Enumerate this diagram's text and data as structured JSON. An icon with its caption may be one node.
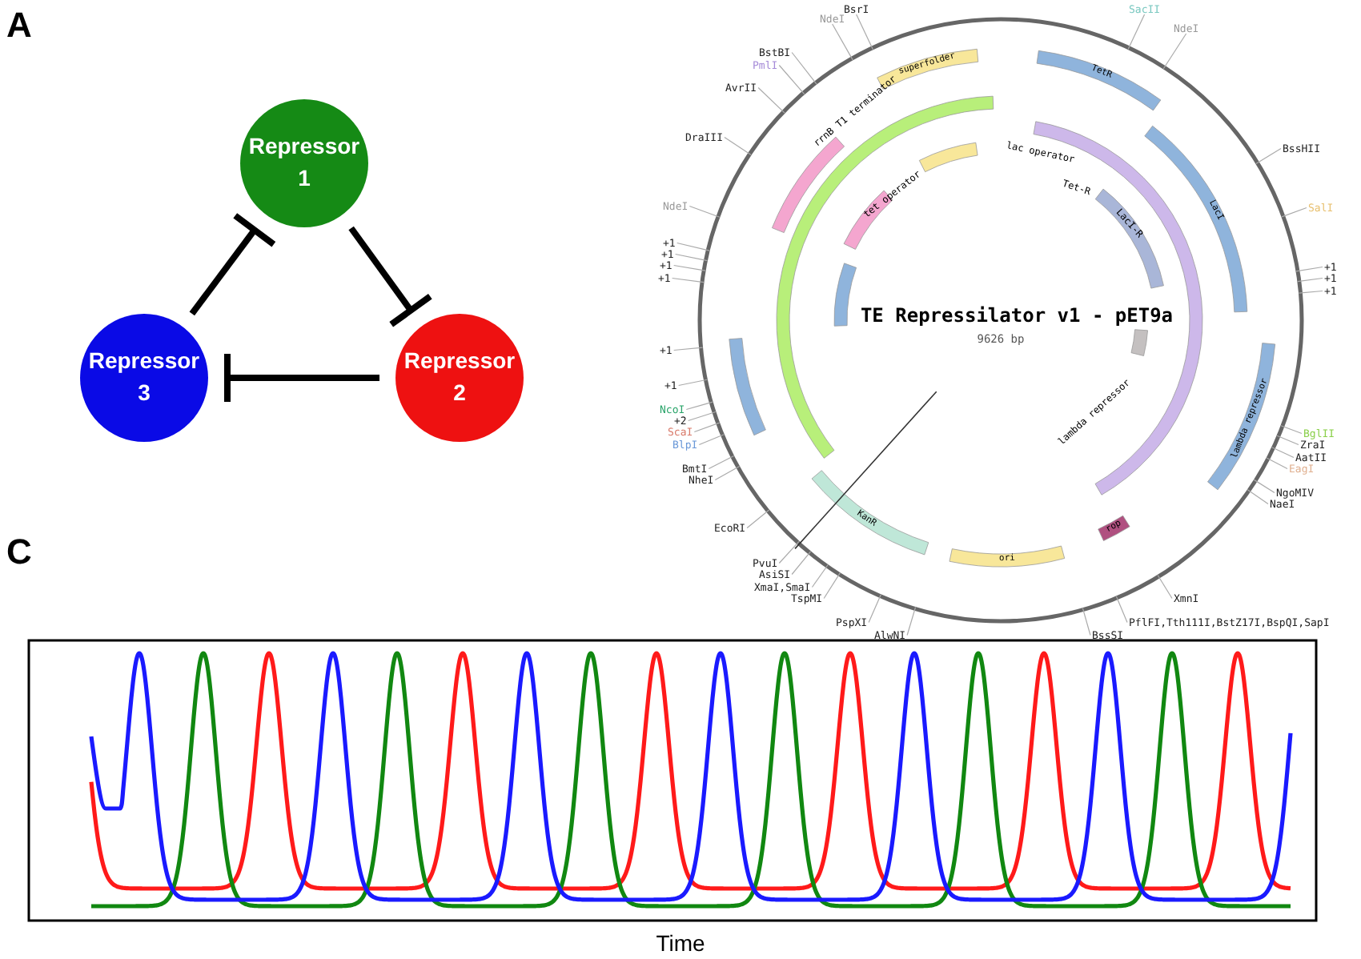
{
  "diagram": {
    "nodes": [
      {
        "text": [
          "Repressor 1"
        ]
      },
      {
        "text": [
          "Repressor 2"
        ]
      },
      {
        "text": [
          "Repressor 3"
        ]
      },
      {
        "text": [
          "BsrI"
        ]
      },
      {
        "text": [
          "NdeI"
        ]
      },
      {
        "text": [
          "BstBI"
        ]
      },
      {
        "text": [
          "PmlI"
        ]
      },
      {
        "text": [
          "AvrII"
        ]
      },
      {
        "text": [
          "DraIII"
        ]
      },
      {
        "text": [
          "NdeI"
        ]
      },
      {
        "text": [
          "+1"
        ]
      },
      {
        "text": [
          "+1"
        ]
      },
      {
        "text": [
          "+1"
        ]
      },
      {
        "text": [
          "+1"
        ]
      },
      {
        "text": [
          "+1"
        ]
      },
      {
        "text": [
          "+1"
        ]
      },
      {
        "text": [
          "NcoI"
        ]
      },
      {
        "text": [
          "+2"
        ]
      },
      {
        "text": [
          "ScaI"
        ]
      },
      {
        "text": [
          "BlpI"
        ]
      },
      {
        "text": [
          "BmtI"
        ]
      },
      {
        "text": [
          "NheI"
        ]
      },
      {
        "text": [
          "EcoRI"
        ]
      },
      {
        "text": [
          "PvuI"
        ]
      },
      {
        "text": [
          "AsiSI"
        ]
      },
      {
        "text": [
          "XmaI,SmaI"
        ]
      },
      {
        "text": [
          "TspMI"
        ]
      },
      {
        "text": [
          "PspXI"
        ]
      },
      {
        "text": [
          "AlwNI"
        ]
      },
      {
        "text": [
          "BssSI"
        ]
      },
      {
        "text": [
          "PflFI,Tth111I,BstZ17I,BspQI,SapI"
        ]
      },
      {
        "text": [
          "XmnI"
        ]
      },
      {
        "text": [
          "NaeI"
        ]
      },
      {
        "text": [
          "NgoMIV"
        ]
      },
      {
        "text": [
          "EagI"
        ]
      },
      {
        "text": [
          "AatII"
        ]
      },
      {
        "text": [
          "ZraI"
        ]
      },
      {
        "text": [
          "BglII"
        ]
      },
      {
        "text": [
          "+1"
        ]
      },
      {
        "text": [
          "+1"
        ]
      },
      {
        "text": [
          "+1"
        ]
      },
      {
        "text": [
          "SalI"
        ]
      },
      {
        "text": [
          "BssHII"
        ]
      },
      {
        "text": [
          "NdeI"
        ]
      },
      {
        "text": [
          "SacII"
        ]
      },
      {
        "text": [],
        "shape": "circle"
      }
    ],
    "edges": [
      {
        "from": 0,
        "to": 1,
        "arrow": "other",
        "style": "thick",
        "color": "#000000"
      },
      {
        "from": 1,
        "to": 2,
        "arrow": "other",
        "style": "thick",
        "color": "#000000"
      },
      {
        "from": 2,
        "to": 0,
        "arrow": "other",
        "style": "thick",
        "color": "#000000"
      },
      {
        "from": 3,
        "to": 45,
        "arrow": "none"
      },
      {
        "from": 4,
        "to": 45,
        "arrow": "none"
      },
      {
        "from": 5,
        "to": 45,
        "arrow": "none"
      },
      {
        "from": 6,
        "to": 45,
        "arrow": "none"
      },
      {
        "from": 7,
        "to": 45,
        "arrow": "none"
      },
      {
        "from": 8,
        "to": 45,
        "arrow": "none"
      },
      {
        "from": 9,
        "to": 45,
        "arrow": "none"
      },
      {
        "from": 10,
        "to": 45,
        "arrow": "none"
      },
      {
        "from": 11,
        "to": 45,
        "arrow": "none"
      },
      {
        "from": 12,
        "to": 45,
        "arrow": "none"
      },
      {
        "from": 13,
        "to": 45,
        "arrow": "none"
      },
      {
        "from": 14,
        "to": 45,
        "arrow": "none"
      },
      {
        "from": 15,
        "to": 45,
        "arrow": "none"
      },
      {
        "from": 16,
        "to": 45,
        "arrow": "none"
      },
      {
        "from": 17,
        "to": 45,
        "arrow": "none"
      },
      {
        "from": 18,
        "to": 45,
        "arrow": "none"
      },
      {
        "from": 19,
        "to": 45,
        "arrow": "none"
      },
      {
        "from": 20,
        "to": 45,
        "arrow": "none"
      },
      {
        "from": 21,
        "to": 45,
        "arrow": "none"
      },
      {
        "from": 22,
        "to": 45,
        "arrow": "none"
      },
      {
        "from": 23,
        "to": 45,
        "arrow": "none"
      },
      {
        "from": 24,
        "to": 45,
        "arrow": "none"
      },
      {
        "from": 25,
        "to": 45,
        "arrow": "none"
      },
      {
        "from": 26,
        "to": 45,
        "arrow": "none"
      },
      {
        "from": 27,
        "to": 45,
        "arrow": "none"
      },
      {
        "from": 28,
        "to": 45,
        "arrow": "none"
      },
      {
        "from": 29,
        "to": 45,
        "arrow": "none"
      },
      {
        "from": 30,
        "to": 45,
        "arrow": "none"
      },
      {
        "from": 31,
        "to": 45,
        "arrow": "none"
      },
      {
        "from": 32,
        "to": 45,
        "arrow": "none"
      },
      {
        "from": 33,
        "to": 45,
        "arrow": "none"
      },
      {
        "from": 34,
        "to": 45,
        "arrow": "none"
      },
      {
        "from": 35,
        "to": 45,
        "arrow": "none"
      },
      {
        "from": 36,
        "to": 45,
        "arrow": "none"
      },
      {
        "from": 37,
        "to": 45,
        "arrow": "none"
      },
      {
        "from": 38,
        "to": 45,
        "arrow": "none"
      },
      {
        "from": 39,
        "to": 45,
        "arrow": "none"
      },
      {
        "from": 40,
        "to": 45,
        "arrow": "none"
      },
      {
        "from": 41,
        "to": 45,
        "arrow": "none"
      },
      {
        "from": 42,
        "to": 45,
        "arrow": "none"
      },
      {
        "from": 43,
        "to": 45,
        "arrow": "none"
      },
      {
        "from": 44,
        "to": 45,
        "arrow": "none"
      }
    ],
    "labels": [
      "A",
      "TE Repressilator v1 - pET9a",
      "9626 bp",
      "superfolder",
      "TetR",
      "LacI",
      "lambda repressor",
      "KanR",
      "ori",
      "rop",
      "rrnB T1 terminator",
      "lac operator",
      "tet operator",
      "Tet-R",
      "LacI-R",
      "lambda repressor",
      "C",
      "Time"
    ]
  }
}
